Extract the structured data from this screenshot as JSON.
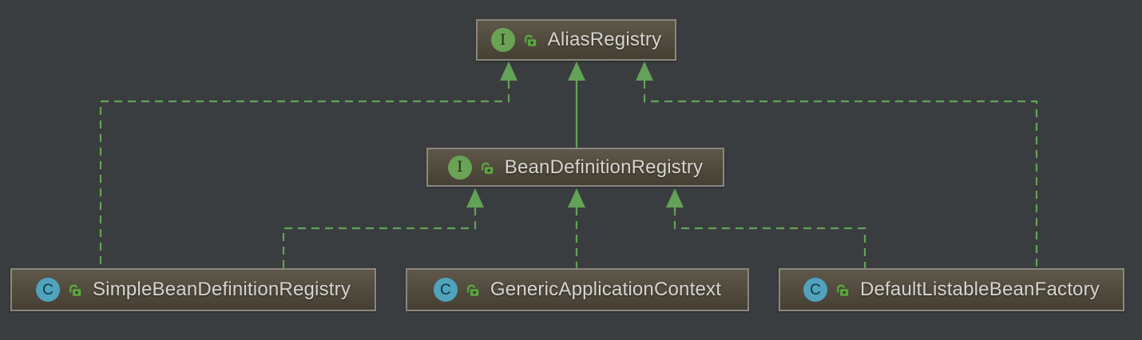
{
  "diagram": {
    "kind": "uml-class-diagram",
    "nodes": [
      {
        "id": "aliasRegistry",
        "label": "AliasRegistry",
        "type": "interface",
        "type_letter": "I",
        "visibility": "public"
      },
      {
        "id": "beanDefinitionRegistry",
        "label": "BeanDefinitionRegistry",
        "type": "interface",
        "type_letter": "I",
        "visibility": "public"
      },
      {
        "id": "simpleBeanDefinitionRegistry",
        "label": "SimpleBeanDefinitionRegistry",
        "type": "class",
        "type_letter": "C",
        "visibility": "public"
      },
      {
        "id": "genericApplicationContext",
        "label": "GenericApplicationContext",
        "type": "class",
        "type_letter": "C",
        "visibility": "public"
      },
      {
        "id": "defaultListableBeanFactory",
        "label": "DefaultListableBeanFactory",
        "type": "class",
        "type_letter": "C",
        "visibility": "public"
      }
    ],
    "edges": [
      {
        "from": "BeanDefinitionRegistry",
        "to": "AliasRegistry",
        "line": "solid",
        "relation": "extends"
      },
      {
        "from": "SimpleBeanDefinitionRegistry",
        "to": "AliasRegistry",
        "line": "dashed",
        "relation": "implements"
      },
      {
        "from": "DefaultListableBeanFactory",
        "to": "AliasRegistry",
        "line": "dashed",
        "relation": "implements"
      },
      {
        "from": "SimpleBeanDefinitionRegistry",
        "to": "BeanDefinitionRegistry",
        "line": "dashed",
        "relation": "implements"
      },
      {
        "from": "GenericApplicationContext",
        "to": "BeanDefinitionRegistry",
        "line": "dashed",
        "relation": "implements"
      },
      {
        "from": "DefaultListableBeanFactory",
        "to": "BeanDefinitionRegistry",
        "line": "dashed",
        "relation": "implements"
      }
    ],
    "colors": {
      "canvas_background": "#3a3d3f",
      "node_fill_top": "#5e574a",
      "node_fill_bottom": "#463f33",
      "node_border": "#8a877e",
      "node_text": "#d6d5d2",
      "edge_green": "#63a258",
      "interface_icon_green": "#6aa356",
      "class_icon_blue": "#4fa3bd",
      "lock_icon_green": "#5aa73d"
    }
  }
}
